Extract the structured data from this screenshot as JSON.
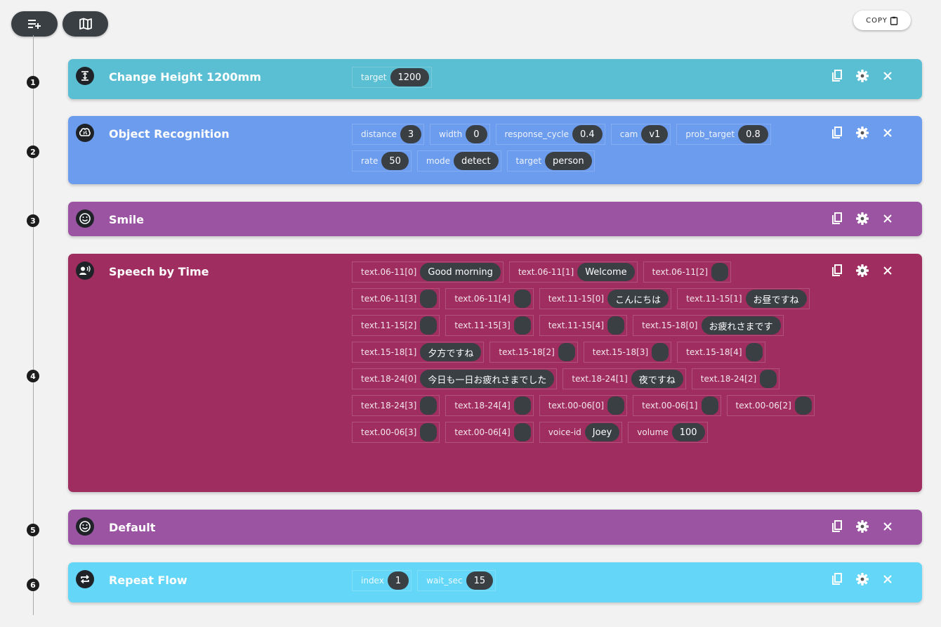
{
  "toolbar": {
    "copy_label": "COPY"
  },
  "colors": {
    "change_height": "#5bbfd3",
    "object_recognition": "#6c9cee",
    "smile": "#9b54a2",
    "speech": "#9f2d5f",
    "default": "#9b54a2",
    "repeat": "#64d7f8"
  },
  "flow": [
    {
      "index": "1",
      "title": "Change Height 1200mm",
      "icon": "height-icon",
      "params": [
        {
          "key": "target",
          "value": "1200"
        }
      ]
    },
    {
      "index": "2",
      "title": "Object Recognition",
      "icon": "brain-icon",
      "params": [
        {
          "key": "distance",
          "value": "3"
        },
        {
          "key": "width",
          "value": "0"
        },
        {
          "key": "response_cycle",
          "value": "0.4"
        },
        {
          "key": "cam",
          "value": "v1"
        },
        {
          "key": "prob_target",
          "value": "0.8"
        },
        {
          "key": "rate",
          "value": "50"
        },
        {
          "key": "mode",
          "value": "detect"
        },
        {
          "key": "target",
          "value": "person"
        }
      ]
    },
    {
      "index": "3",
      "title": "Smile",
      "icon": "smile-icon",
      "params": []
    },
    {
      "index": "4",
      "title": "Speech by Time",
      "icon": "speech-icon",
      "params": [
        {
          "key": "text.06-11[0]",
          "value": "Good morning"
        },
        {
          "key": "text.06-11[1]",
          "value": "Welcome"
        },
        {
          "key": "text.06-11[2]",
          "value": ""
        },
        {
          "key": "text.06-11[3]",
          "value": ""
        },
        {
          "key": "text.06-11[4]",
          "value": ""
        },
        {
          "key": "text.11-15[0]",
          "value": "こんにちは"
        },
        {
          "key": "text.11-15[1]",
          "value": "お昼ですね"
        },
        {
          "key": "text.11-15[2]",
          "value": ""
        },
        {
          "key": "text.11-15[3]",
          "value": ""
        },
        {
          "key": "text.11-15[4]",
          "value": ""
        },
        {
          "key": "text.15-18[0]",
          "value": "お疲れさまです"
        },
        {
          "key": "text.15-18[1]",
          "value": "夕方ですね"
        },
        {
          "key": "text.15-18[2]",
          "value": ""
        },
        {
          "key": "text.15-18[3]",
          "value": ""
        },
        {
          "key": "text.15-18[4]",
          "value": ""
        },
        {
          "key": "text.18-24[0]",
          "value": "今日も一日お疲れさまでした"
        },
        {
          "key": "text.18-24[1]",
          "value": "夜ですね"
        },
        {
          "key": "text.18-24[2]",
          "value": ""
        },
        {
          "key": "text.18-24[3]",
          "value": ""
        },
        {
          "key": "text.18-24[4]",
          "value": ""
        },
        {
          "key": "text.00-06[0]",
          "value": ""
        },
        {
          "key": "text.00-06[1]",
          "value": ""
        },
        {
          "key": "text.00-06[2]",
          "value": ""
        },
        {
          "key": "text.00-06[3]",
          "value": ""
        },
        {
          "key": "text.00-06[4]",
          "value": ""
        },
        {
          "key": "voice-id",
          "value": "Joey"
        },
        {
          "key": "volume",
          "value": "100"
        }
      ]
    },
    {
      "index": "5",
      "title": "Default",
      "icon": "smile-icon",
      "params": []
    },
    {
      "index": "6",
      "title": "Repeat Flow",
      "icon": "repeat-icon",
      "params": [
        {
          "key": "index",
          "value": "1"
        },
        {
          "key": "wait_sec",
          "value": "15"
        }
      ]
    }
  ]
}
